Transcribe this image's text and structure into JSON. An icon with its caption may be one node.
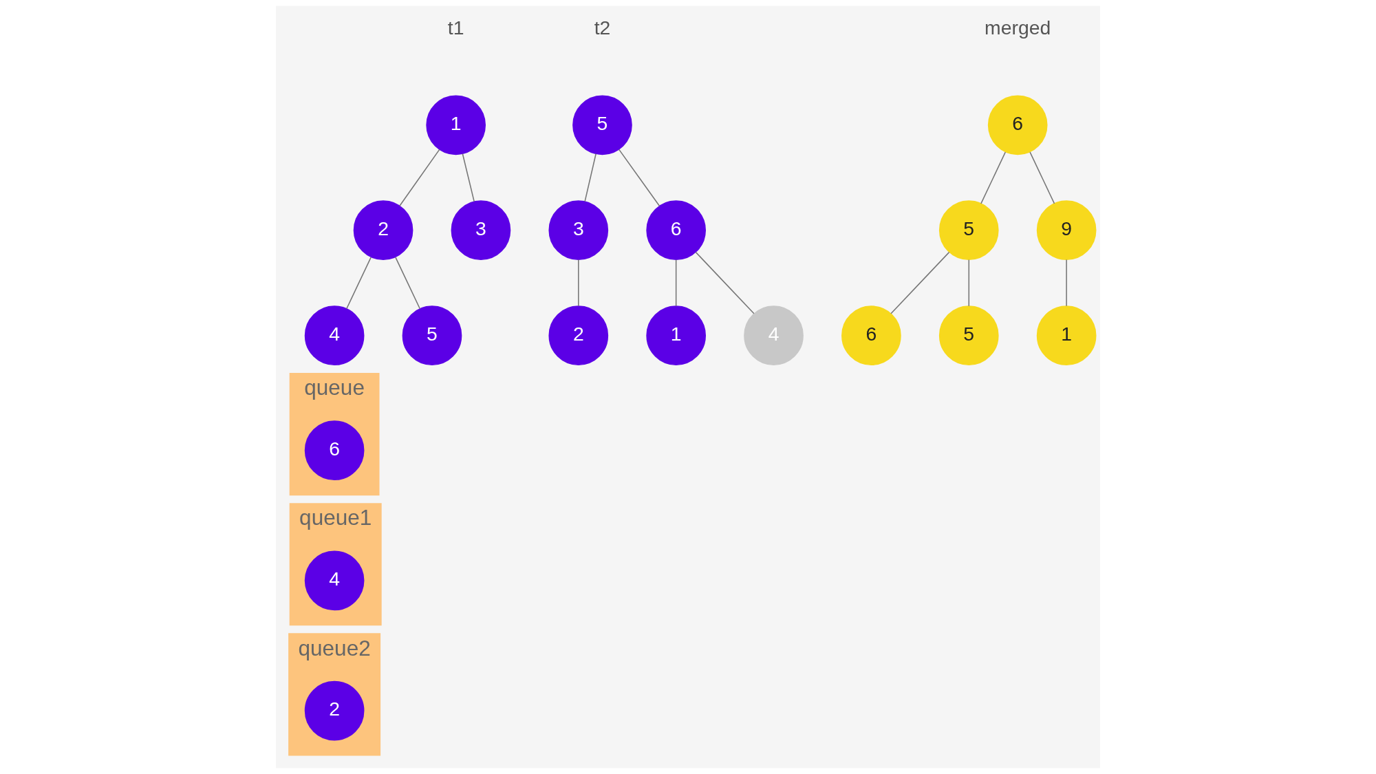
{
  "diagram": {
    "nodes": [
      {
        "text": [
          "1"
        ]
      },
      {
        "text": [
          "2"
        ]
      },
      {
        "text": [
          "3"
        ]
      },
      {
        "text": [
          "4"
        ]
      },
      {
        "text": [
          "5"
        ]
      },
      {
        "text": [
          "5"
        ]
      },
      {
        "text": [
          "3"
        ]
      },
      {
        "text": [
          "6"
        ]
      },
      {
        "text": [
          "2"
        ]
      },
      {
        "text": [
          "1"
        ]
      },
      {
        "text": [
          "4"
        ]
      },
      {
        "text": [
          "6"
        ]
      },
      {
        "text": [
          "5"
        ]
      },
      {
        "text": [
          "9"
        ]
      },
      {
        "text": [
          "6"
        ]
      },
      {
        "text": [
          "5"
        ]
      },
      {
        "text": [
          "1"
        ]
      },
      {
        "text": [
          "queue"
        ]
      },
      {
        "text": [
          "6"
        ],
        "in": 17
      },
      {
        "text": [
          "queue1"
        ]
      },
      {
        "text": [
          "4"
        ],
        "in": 19
      },
      {
        "text": [
          "queue2"
        ]
      },
      {
        "text": [
          "2"
        ],
        "in": 21
      }
    ],
    "edges": [
      {
        "from": 0,
        "to": 1,
        "arrow": "none"
      },
      {
        "from": 0,
        "to": 2,
        "arrow": "none"
      },
      {
        "from": 1,
        "to": 3,
        "arrow": "none"
      },
      {
        "from": 1,
        "to": 4,
        "arrow": "none"
      },
      {
        "from": 5,
        "to": 6,
        "arrow": "none"
      },
      {
        "from": 5,
        "to": 7,
        "arrow": "none"
      },
      {
        "from": 6,
        "to": 8,
        "arrow": "none"
      },
      {
        "from": 7,
        "to": 9,
        "arrow": "none"
      },
      {
        "from": 7,
        "to": 10,
        "arrow": "none"
      },
      {
        "from": 11,
        "to": 12,
        "arrow": "none"
      },
      {
        "from": 11,
        "to": 13,
        "arrow": "none"
      },
      {
        "from": 12,
        "to": 14,
        "arrow": "none"
      },
      {
        "from": 12,
        "to": 15,
        "arrow": "none"
      },
      {
        "from": 13,
        "to": 16,
        "arrow": "none"
      }
    ],
    "labels": [
      "t1",
      "t2",
      "merged"
    ]
  }
}
